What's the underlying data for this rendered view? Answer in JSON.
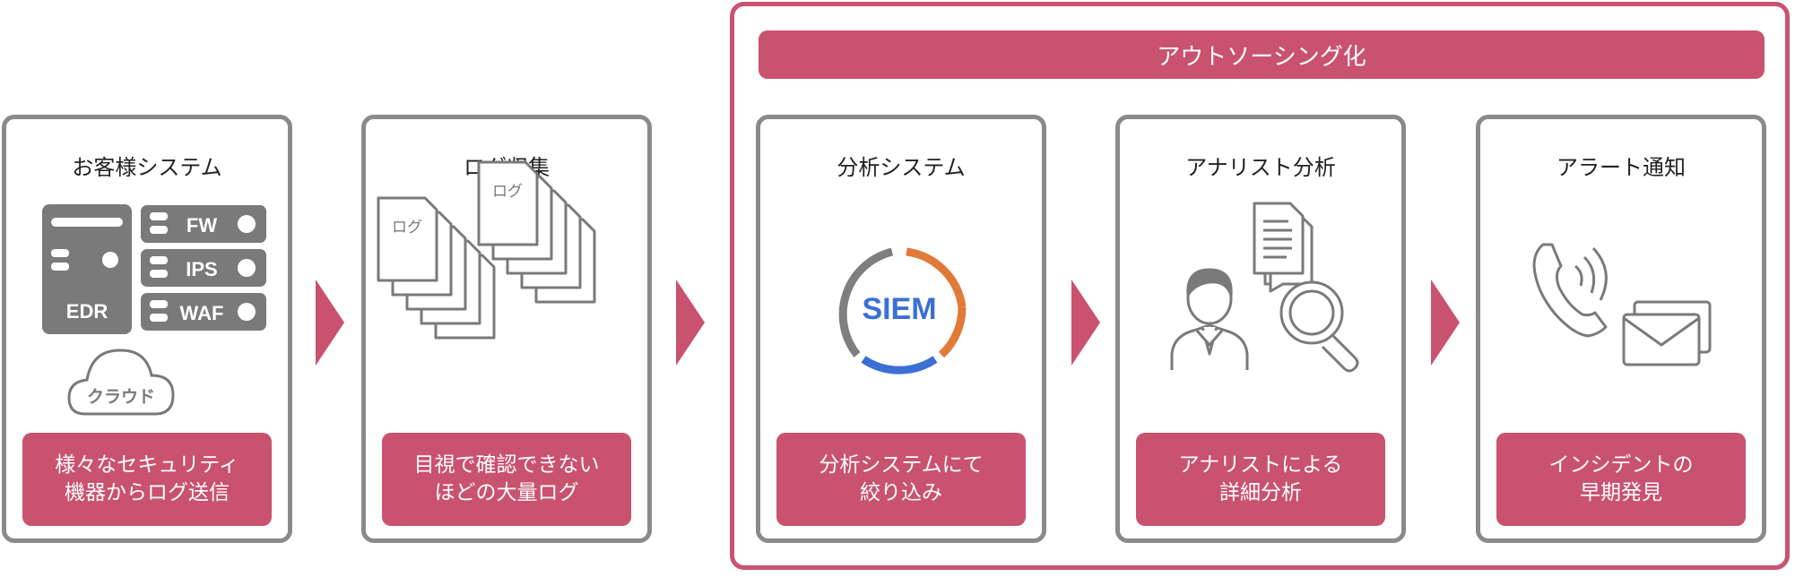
{
  "outsourcing_label": "アウトソーシング化",
  "steps": [
    {
      "title": "お客様システム",
      "desc": [
        "様々なセキュリティ",
        "機器からログ送信"
      ]
    },
    {
      "title": "ログ収集",
      "desc": [
        "目視で確認できない",
        "ほどの大量ログ"
      ]
    },
    {
      "title": "分析システム",
      "desc": [
        "分析システムにて",
        "絞り込み"
      ]
    },
    {
      "title": "アナリスト分析",
      "desc": [
        "アナリストによる",
        "詳細分析"
      ]
    },
    {
      "title": "アラート通知",
      "desc": [
        "インシデントの",
        "早期発見"
      ]
    }
  ],
  "icons": {
    "edr": "EDR",
    "fw": "FW",
    "ips": "IPS",
    "waf": "WAF",
    "cloud": "クラウド",
    "log": "ログ",
    "siem": "SIEM"
  },
  "colors": {
    "accent": "#c9526f",
    "border": "#8a8a8a",
    "icon_gray": "#7a7a7a",
    "siem_orange": "#e07b39",
    "siem_blue": "#3b6fd4",
    "siem_gray": "#7f7f7f"
  }
}
